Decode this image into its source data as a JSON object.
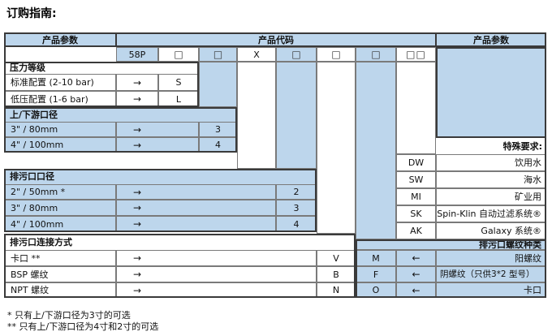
{
  "title": "订购指南:",
  "colors": {
    "blue": "#bdd6ec",
    "border_dark": "#3a3a3a",
    "border_light": "#7a7a7a"
  },
  "header": {
    "params_left": "产品参数",
    "code": "产品代码",
    "params_right": "产品参数"
  },
  "code_row": {
    "prefix": "58P",
    "box": "□",
    "x": "X",
    "double_box": "□□"
  },
  "arrow_right": "→",
  "arrow_left": "←",
  "pressure": {
    "title": "压力等级",
    "rows": [
      {
        "label": "标准配置 (2-10 bar)",
        "code": "S"
      },
      {
        "label": "低压配置 (1-6 bar)",
        "code": "L"
      }
    ]
  },
  "updown": {
    "title": "上/下游口径",
    "rows": [
      {
        "label": "3\" / 80mm",
        "code": "3"
      },
      {
        "label": "4\" / 100mm",
        "code": "4"
      }
    ]
  },
  "drain": {
    "title": "排污口口径",
    "rows": [
      {
        "label": "2\" / 50mm *",
        "code": "2"
      },
      {
        "label": "3\" / 80mm",
        "code": "3"
      },
      {
        "label": "4\" / 100mm",
        "code": "4"
      }
    ]
  },
  "connection": {
    "title": "排污口连接方式",
    "rows": [
      {
        "label": "卡口 **",
        "code1": "V",
        "code2": "M",
        "desc": "阳螺纹"
      },
      {
        "label": "BSP 螺纹",
        "code1": "B",
        "code2": "F",
        "desc": "阴螺纹（只供3*2 型号）"
      },
      {
        "label": "NPT 螺纹",
        "code1": "N",
        "code2": "O",
        "desc": "卡口"
      }
    ]
  },
  "special": {
    "title": "特殊要求:",
    "rows": [
      {
        "code": "DW",
        "label": "饮用水"
      },
      {
        "code": "SW",
        "label": "海水"
      },
      {
        "code": "MI",
        "label": "矿业用"
      },
      {
        "code": "SK",
        "label": "Spin-Klin 自动过滤系统®"
      },
      {
        "code": "AK",
        "label": "Galaxy 系统®"
      }
    ]
  },
  "thread_title": "排污口螺纹种类",
  "footnotes": [
    "*  只有上/下游口径为3寸的可选",
    "** 只有上/下游口径为4寸和2寸的可选"
  ]
}
